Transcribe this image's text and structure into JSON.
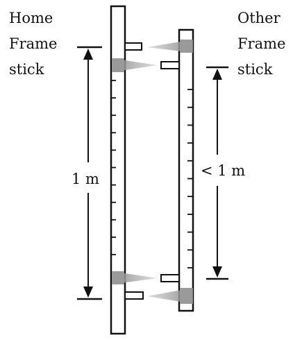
{
  "home_label": [
    "Home",
    "Frame",
    "stick"
  ],
  "other_label": [
    "Other",
    "Frame",
    "stick"
  ],
  "home_measure": "1 m",
  "other_measure": "< 1 m",
  "colors": {
    "ink": "#111111",
    "beam": "#9a9a9a",
    "paper": "#ffffff"
  }
}
